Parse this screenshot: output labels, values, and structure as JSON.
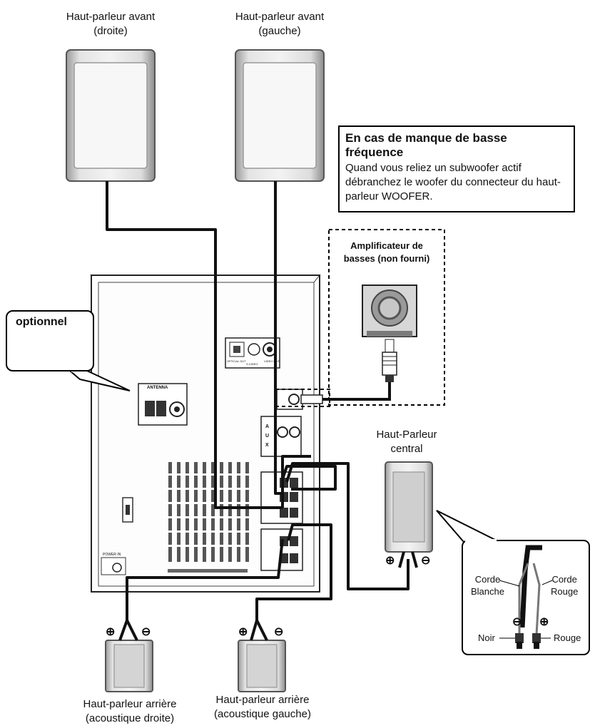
{
  "labels": {
    "front_right_l1": "Haut-parleur avant",
    "front_right_l2": "(droite)",
    "front_left_l1": "Haut-parleur avant",
    "front_left_l2": "(gauche)",
    "rear_right_l1": "Haut-parleur arrière",
    "rear_right_l2": "(acoustique droite)",
    "rear_left_l1": "Haut-parleur arrière",
    "rear_left_l2": "(acoustique gauche)",
    "center_l1": "Haut-Parleur",
    "center_l2": "central"
  },
  "info_box": {
    "title": "En cas de manque de basse fréquence",
    "body": "Quand vous reliez un subwoofer actif débranchez le woofer du connecteur du haut-parleur WOOFER."
  },
  "amplifier": {
    "label_l1": "Amplificateur de",
    "label_l2": "basses (non fourni)"
  },
  "optional_label": "optionnel",
  "polarity": {
    "plus": "⊕",
    "minus": "⊖"
  },
  "detail": {
    "white_cord_l1": "Corde",
    "white_cord_l2": "Blanche",
    "red_cord_l1": "Corde",
    "red_cord_l2": "Rouge",
    "black_terminal": "Noir",
    "red_terminal": "Rouge"
  },
  "unit_panel": {
    "antenna": "ANTENNA",
    "aux_letters": [
      "A",
      "U",
      "X"
    ],
    "power_in": "POWER IN",
    "optical_out": "OPTICAL OUT",
    "s_video": "S-VIDEO",
    "video_out": "VIDEO OUT"
  }
}
